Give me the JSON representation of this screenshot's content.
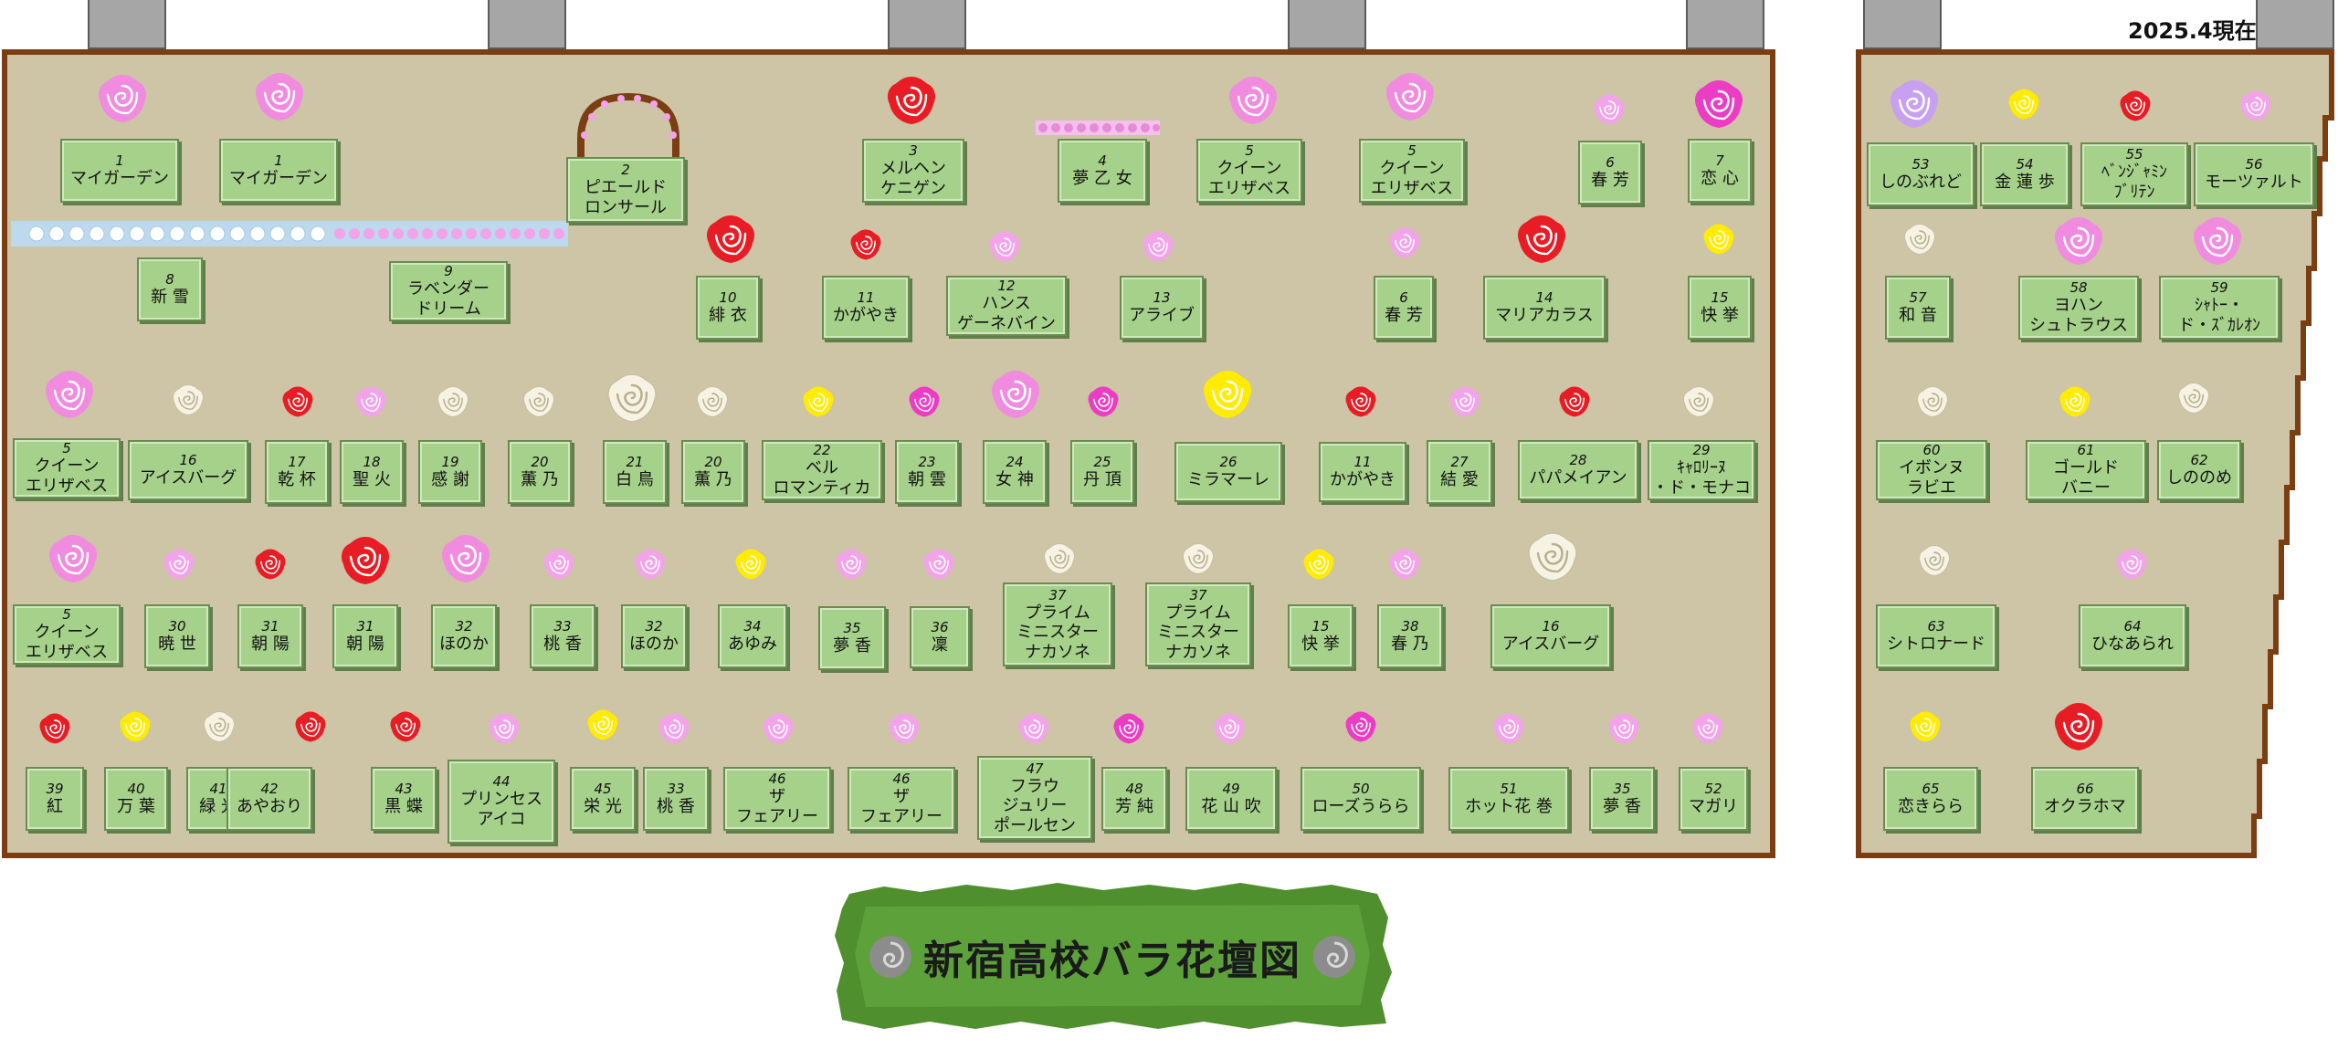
{
  "date_label": "2025.4現在",
  "title": "新宿高校バラ花壇図",
  "colors": {
    "bed": "#cec4a6",
    "border": "#7b3d12",
    "plate": "#a6d18b",
    "banner": "#4f8f2e",
    "rose_pink": "#f08be0",
    "rose_light_pink": "#f2a3ea",
    "rose_hot_pink": "#ec3cc4",
    "rose_red": "#e81c24",
    "rose_white": "#f7f3e4",
    "rose_yellow": "#ffec00",
    "rose_lavender": "#c8a0f0",
    "icon_grey": "#8c8c8c"
  },
  "plates": [
    {
      "num": "1",
      "name": "マイガーデン"
    },
    {
      "num": "1",
      "name": "マイガーデン"
    },
    {
      "num": "2",
      "name": "ピエールド\nロンサール"
    },
    {
      "num": "3",
      "name": "メルヘン\nケニゲン"
    },
    {
      "num": "4",
      "name": "夢 乙 女"
    },
    {
      "num": "5",
      "name": "クイーン\nエリザベス"
    },
    {
      "num": "5",
      "name": "クイーン\nエリザベス"
    },
    {
      "num": "6",
      "name": "春 芳"
    },
    {
      "num": "7",
      "name": "恋 心"
    },
    {
      "num": "8",
      "name": "新 雪"
    },
    {
      "num": "9",
      "name": "ラベンダー\nドリーム"
    },
    {
      "num": "10",
      "name": "緋 衣"
    },
    {
      "num": "11",
      "name": "かがやき"
    },
    {
      "num": "12",
      "name": "ハンス\nゲーネバイン"
    },
    {
      "num": "13",
      "name": "アライブ"
    },
    {
      "num": "6",
      "name": "春 芳"
    },
    {
      "num": "14",
      "name": "マリアカラス"
    },
    {
      "num": "15",
      "name": "快 挙"
    },
    {
      "num": "5",
      "name": "クイーン\nエリザベス"
    },
    {
      "num": "16",
      "name": "アイスバーグ"
    },
    {
      "num": "17",
      "name": "乾 杯"
    },
    {
      "num": "18",
      "name": "聖 火"
    },
    {
      "num": "19",
      "name": "感 謝"
    },
    {
      "num": "20",
      "name": "薫 乃"
    },
    {
      "num": "21",
      "name": "白 鳥"
    },
    {
      "num": "20",
      "name": "薫 乃"
    },
    {
      "num": "22",
      "name": "ベル\nロマンティカ"
    },
    {
      "num": "23",
      "name": "朝 雲"
    },
    {
      "num": "24",
      "name": "女 神"
    },
    {
      "num": "25",
      "name": "丹 頂"
    },
    {
      "num": "26",
      "name": "ミラマーレ"
    },
    {
      "num": "11",
      "name": "かがやき"
    },
    {
      "num": "27",
      "name": "結 愛"
    },
    {
      "num": "28",
      "name": "パパメイアン"
    },
    {
      "num": "29",
      "name": "ｷｬﾛﾘｰﾇ\n・ド・モナコ"
    },
    {
      "num": "5",
      "name": "クイーン\nエリザベス"
    },
    {
      "num": "30",
      "name": "暁 世"
    },
    {
      "num": "31",
      "name": "朝 陽"
    },
    {
      "num": "31",
      "name": "朝 陽"
    },
    {
      "num": "32",
      "name": "ほのか"
    },
    {
      "num": "33",
      "name": "桃 香"
    },
    {
      "num": "32",
      "name": "ほのか"
    },
    {
      "num": "34",
      "name": "あゆみ"
    },
    {
      "num": "35",
      "name": "夢 香"
    },
    {
      "num": "36",
      "name": "凜"
    },
    {
      "num": "37",
      "name": "プライム\nミニスター\nナカソネ"
    },
    {
      "num": "37",
      "name": "プライム\nミニスター\nナカソネ"
    },
    {
      "num": "15",
      "name": "快 挙"
    },
    {
      "num": "38",
      "name": "春 乃"
    },
    {
      "num": "16",
      "name": "アイスバーグ"
    },
    {
      "num": "39",
      "name": "紅"
    },
    {
      "num": "40",
      "name": "万 葉"
    },
    {
      "num": "41",
      "name": "緑 光"
    },
    {
      "num": "42",
      "name": "あやおり"
    },
    {
      "num": "43",
      "name": "黒 蝶"
    },
    {
      "num": "44",
      "name": "プリンセス\nアイコ"
    },
    {
      "num": "45",
      "name": "栄 光"
    },
    {
      "num": "33",
      "name": "桃 香"
    },
    {
      "num": "46",
      "name": "ザ\nフェアリー"
    },
    {
      "num": "46",
      "name": "ザ\nフェアリー"
    },
    {
      "num": "47",
      "name": "フラウ\nジュリー\nポールセン"
    },
    {
      "num": "48",
      "name": "芳 純"
    },
    {
      "num": "49",
      "name": "花 山 吹"
    },
    {
      "num": "50",
      "name": "ローズうらら"
    },
    {
      "num": "51",
      "name": "ホット花 巻"
    },
    {
      "num": "35",
      "name": "夢 香"
    },
    {
      "num": "52",
      "name": "マガリ"
    },
    {
      "num": "53",
      "name": "しのぶれど"
    },
    {
      "num": "54",
      "name": "金 蓮 歩"
    },
    {
      "num": "55",
      "name": "ﾍﾞﾝｼﾞｬﾐﾝ\nﾌﾞﾘﾃﾝ"
    },
    {
      "num": "56",
      "name": "モーツァルト"
    },
    {
      "num": "57",
      "name": "和 音"
    },
    {
      "num": "58",
      "name": "ヨハン\nシュトラウス"
    },
    {
      "num": "59",
      "name": "ｼｬﾄｰ・\nド・ｽﾞｶﾚｵﾝ"
    },
    {
      "num": "60",
      "name": "イボンヌ\nラビエ"
    },
    {
      "num": "61",
      "name": "ゴールド\nバニー"
    },
    {
      "num": "62",
      "name": "しののめ"
    },
    {
      "num": "63",
      "name": "シトロナード"
    },
    {
      "num": "64",
      "name": "ひなあられ"
    },
    {
      "num": "65",
      "name": "恋きらら"
    },
    {
      "num": "66",
      "name": "オクラホマ"
    }
  ],
  "roses": [
    "rose_pink",
    "rose_pink",
    "rose_red",
    "rose_pink",
    "rose_pink",
    "rose_light_pink",
    "rose_hot_pink",
    "rose_red",
    "rose_red",
    "rose_light_pink",
    "rose_light_pink",
    "rose_light_pink",
    "rose_red",
    "rose_yellow",
    "rose_pink",
    "rose_white",
    "rose_red",
    "rose_light_pink",
    "rose_white",
    "rose_white",
    "rose_white",
    "rose_white",
    "rose_yellow",
    "rose_hot_pink",
    "rose_pink",
    "rose_hot_pink",
    "rose_yellow",
    "rose_red",
    "rose_light_pink",
    "rose_red",
    "rose_white",
    "rose_pink",
    "rose_light_pink",
    "rose_red",
    "rose_red",
    "rose_pink",
    "rose_light_pink",
    "rose_light_pink",
    "rose_yellow",
    "rose_light_pink",
    "rose_light_pink",
    "rose_white",
    "rose_white",
    "rose_yellow",
    "rose_light_pink",
    "rose_white",
    "rose_red",
    "rose_yellow",
    "rose_white",
    "rose_red",
    "rose_red",
    "rose_light_pink",
    "rose_yellow",
    "rose_light_pink",
    "rose_light_pink",
    "rose_light_pink",
    "rose_light_pink",
    "rose_hot_pink",
    "rose_light_pink",
    "rose_hot_pink",
    "rose_light_pink",
    "rose_light_pink",
    "rose_light_pink",
    "rose_lavender",
    "rose_yellow",
    "rose_red",
    "rose_light_pink",
    "rose_white",
    "rose_pink",
    "rose_pink",
    "rose_white",
    "rose_yellow",
    "rose_white",
    "rose_white",
    "rose_light_pink",
    "rose_yellow",
    "rose_red"
  ]
}
